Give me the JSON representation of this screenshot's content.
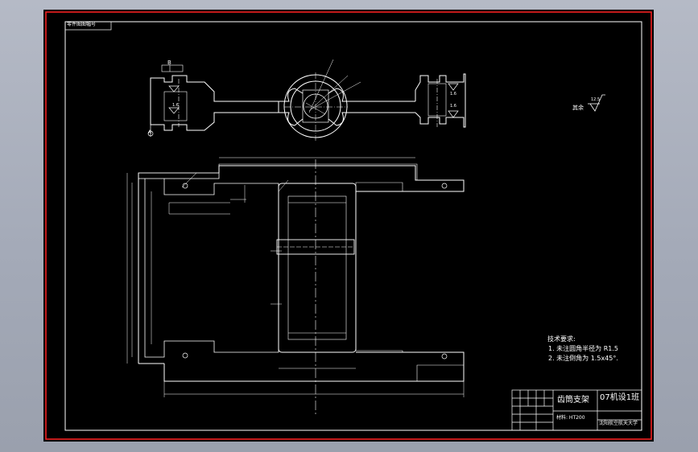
{
  "drawing": {
    "corner_tag": "零件图图幅号",
    "section_mark": "B",
    "datum_mark": "A",
    "roughness_other": {
      "label": "其余",
      "value": "12.5"
    },
    "roughness_marks": [
      "1.6",
      "1.6",
      "1.6"
    ],
    "tech_notes": {
      "title": "技术要求:",
      "items": [
        "1. 未注圆角半径为 R1.5",
        "2. 未注倒角为 1.5x45°."
      ]
    },
    "title_block": {
      "part_name": "齿筒支架",
      "class_name": "07机设1班",
      "material": "材料: HT200",
      "school": "沈阳航空航天大学"
    }
  },
  "colors": {
    "sheet": "#000000",
    "border": "#ff2020",
    "lines": "#ffffff"
  }
}
